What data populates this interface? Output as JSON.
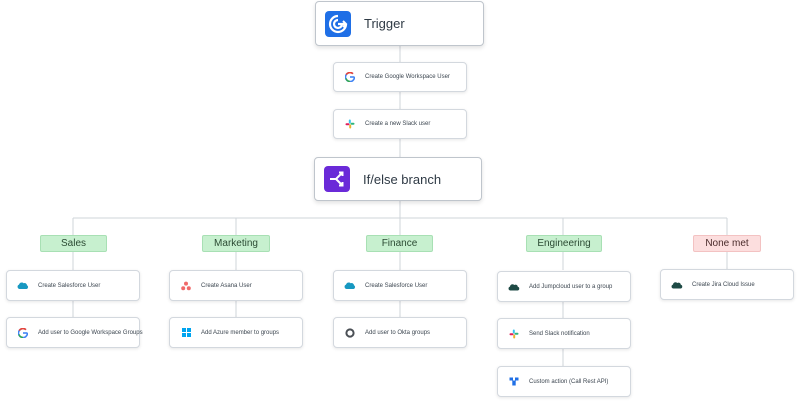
{
  "colors": {
    "trigger_icon": "#1f6fe6",
    "branch_icon": "#6a2ad8",
    "tag_green_bg": "#c7f0cf",
    "tag_red_bg": "#fcdede",
    "connector": "#cfd4da"
  },
  "trigger": {
    "label": "Trigger",
    "icon": "trigger-icon"
  },
  "steps": [
    {
      "label": "Create Google Workspace User",
      "icon": "google-icon"
    },
    {
      "label": "Create a new Slack user",
      "icon": "slack-icon"
    }
  ],
  "branch": {
    "label": "If/else branch",
    "icon": "branch-icon"
  },
  "branches": [
    {
      "name": "Sales",
      "style": "green",
      "actions": [
        {
          "label": "Create Salesforce User",
          "icon": "salesforce-icon"
        },
        {
          "label": "Add user to Google Workspace Groups",
          "icon": "google-icon"
        }
      ]
    },
    {
      "name": "Marketing",
      "style": "green",
      "actions": [
        {
          "label": "Create Asana User",
          "icon": "asana-icon"
        },
        {
          "label": "Add Azure member to groups",
          "icon": "windows-icon"
        }
      ]
    },
    {
      "name": "Finance",
      "style": "green",
      "actions": [
        {
          "label": "Create Salesforce User",
          "icon": "salesforce-icon"
        },
        {
          "label": "Add user to Okta groups",
          "icon": "okta-icon"
        }
      ]
    },
    {
      "name": "Engineering",
      "style": "green",
      "actions": [
        {
          "label": "Add Jumpcloud user to a group",
          "icon": "jumpcloud-icon"
        },
        {
          "label": "Send Slack notification",
          "icon": "slack-icon"
        },
        {
          "label": "Custom action (Call Rest API)",
          "icon": "custom-action-icon"
        }
      ]
    },
    {
      "name": "None met",
      "style": "red",
      "actions": [
        {
          "label": "Create Jira Cloud Issue",
          "icon": "jumpcloud-icon"
        }
      ]
    }
  ]
}
